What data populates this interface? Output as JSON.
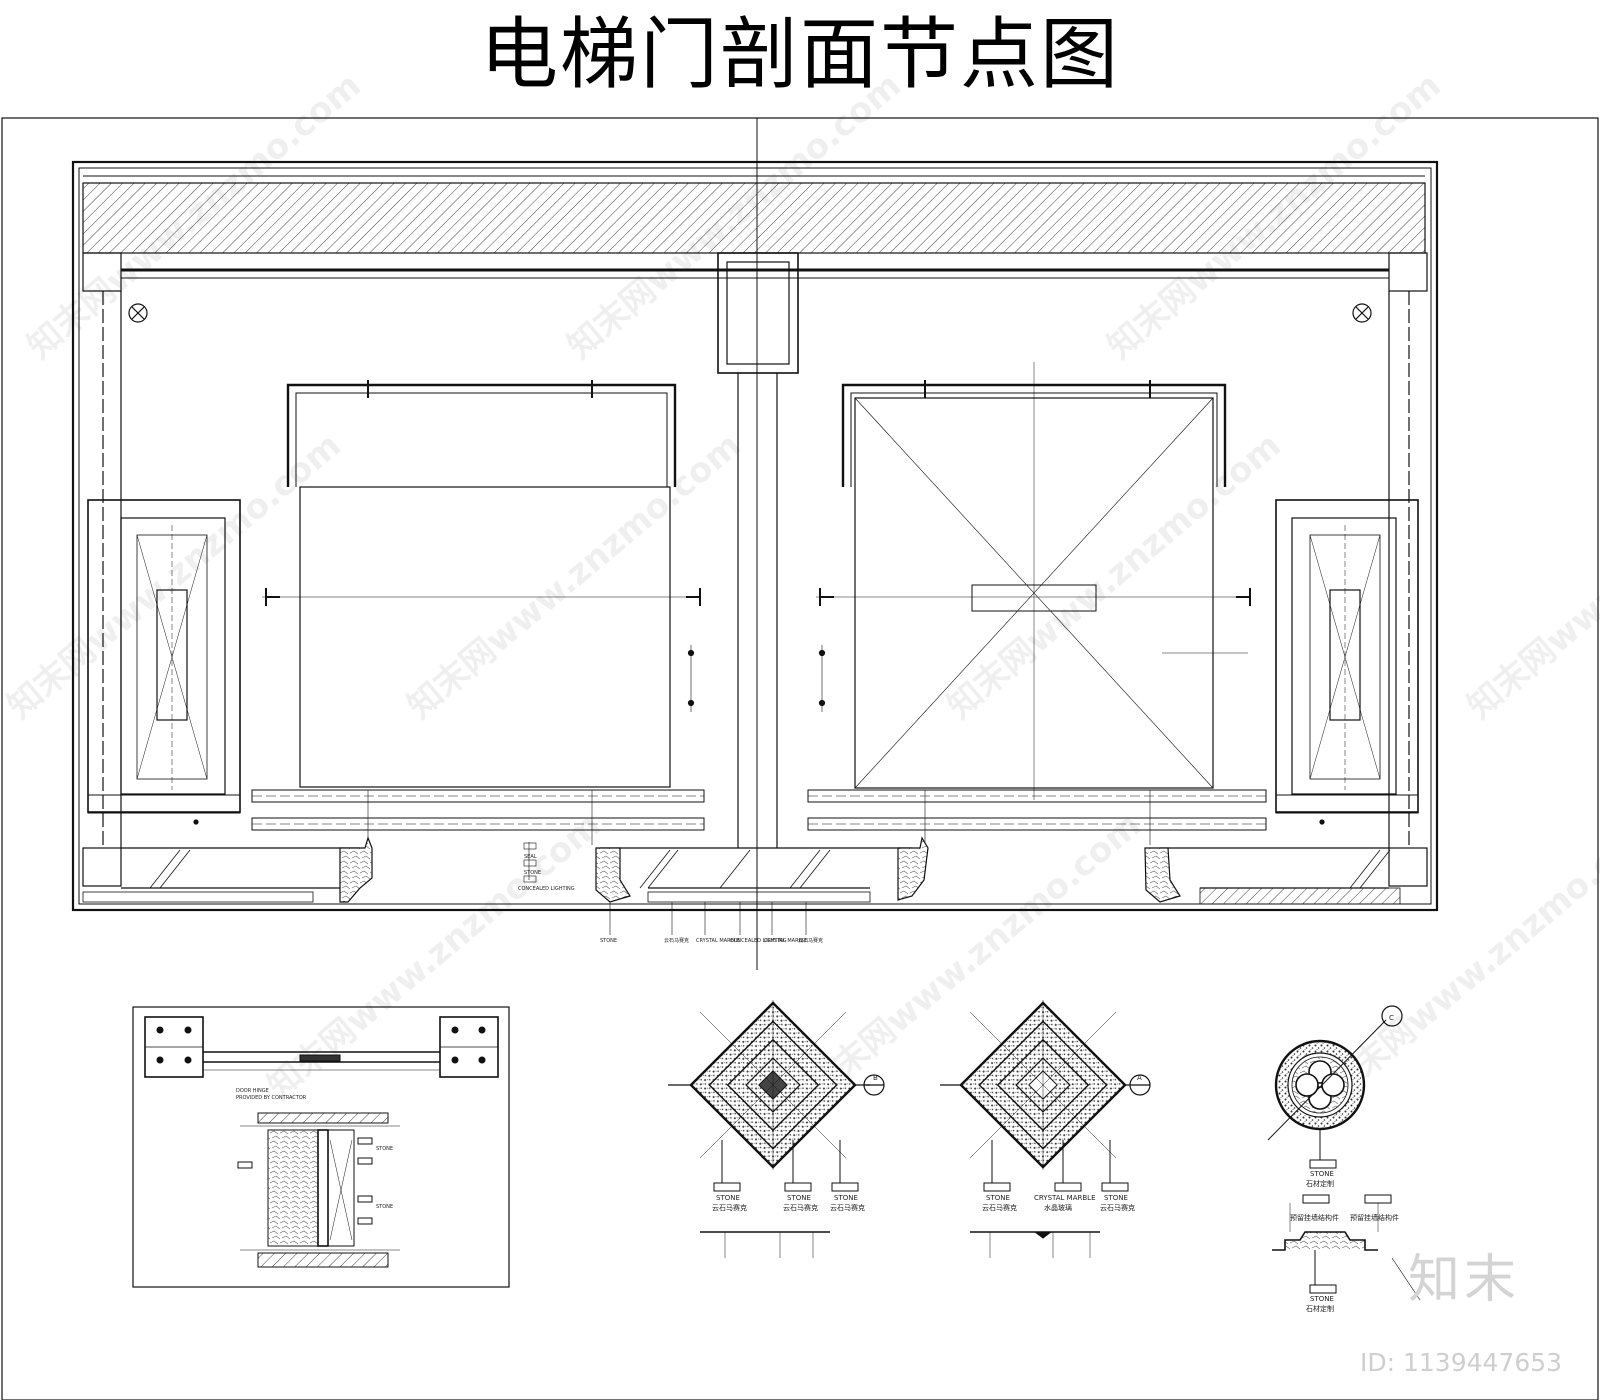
{
  "title": "电梯门剖面节点图",
  "brand": "知末",
  "id_label": "ID: 1139447653",
  "watermark": "知末网www.znzmo.com",
  "callouts": {
    "stone": "STONE",
    "crystal_marble": "CRYSTAL MARBLE",
    "cloud_mosaic": "云石马赛克",
    "crystal_glass": "水晶玻璃",
    "stone_custom": "石材定制",
    "reserved_wall_structure": "预留挂墙结构件",
    "door_hinge": "DOOR HINGE",
    "provided_by_contractor": "PROVIDED BY CONTRACTOR",
    "concealed_lighting": "CONCEALED LIGHTING",
    "seal": "SEAL",
    "marker_a": "A",
    "marker_b": "B",
    "marker_c": "C"
  },
  "colors": {
    "line": "#111111",
    "hatch": "#444444",
    "watermark": "#000000",
    "brand": "#d4d4d4"
  }
}
